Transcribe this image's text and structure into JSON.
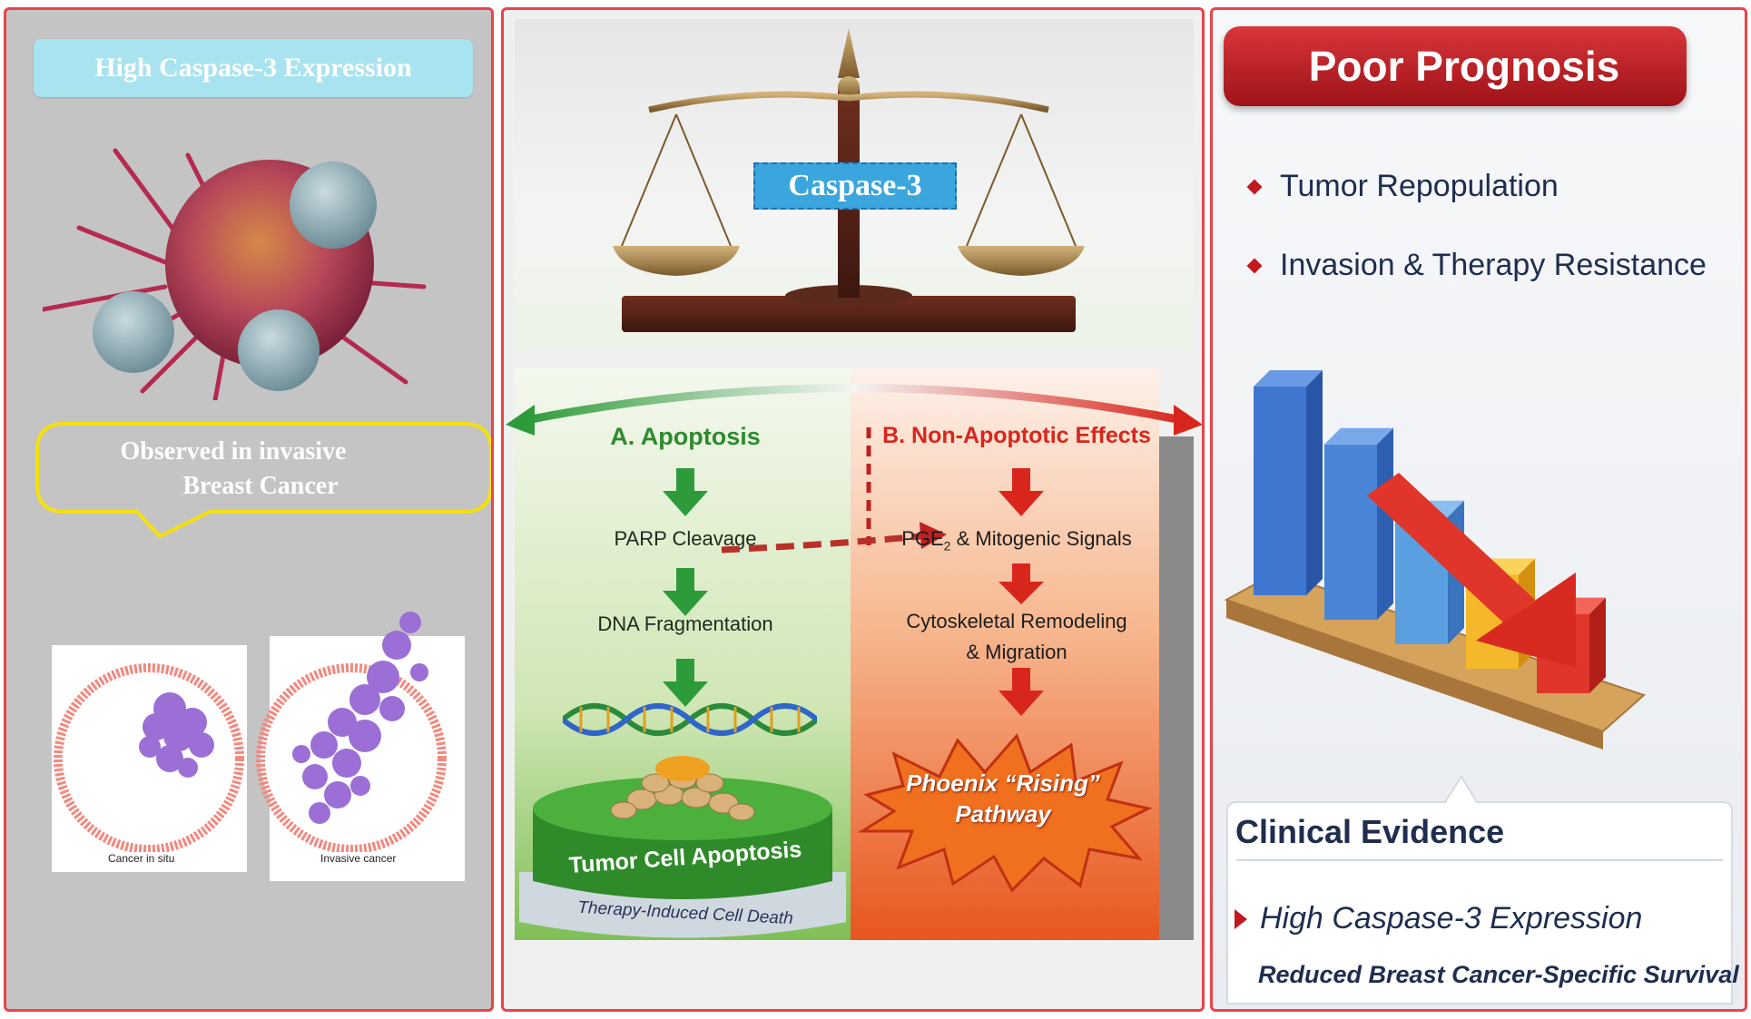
{
  "left": {
    "header": "High Caspase-3 Expression",
    "callout_line1": "Observed in invasive",
    "callout_line2": "Breast Cancer",
    "caption_insitu": "Cancer in situ",
    "caption_invasive": "Invasive cancer"
  },
  "middle": {
    "scale_label": "Caspase-3",
    "apoptosis": {
      "title": "A. Apoptosis",
      "step1": "PARP Cleavage",
      "step2": "DNA Fragmentation",
      "platform": "Tumor Cell Apoptosis",
      "base": "Therapy-Induced Cell Death"
    },
    "non_apoptotic": {
      "title": "B. Non-Apoptotic Effects",
      "step1_pre": "PGE",
      "step1_sub": "2",
      "step1_post": " & Mitogenic Signals",
      "step2_line1": "Cytoskeletal Remodeling",
      "step2_line2": "& Migration",
      "burst_line1": "Phoenix “Rising”",
      "burst_line2": "Pathway"
    }
  },
  "right": {
    "banner": "Poor Prognosis",
    "bullets": [
      "Tumor Repopulation",
      "Invasion & Therapy Resistance"
    ],
    "chart_bars": [
      1.0,
      0.84,
      0.61,
      0.45,
      0.38
    ],
    "clinical_title": "Clinical Evidence",
    "clinical_item": "High Caspase-3 Expression",
    "clinical_sub": "Reduced Breast Cancer-Specific Survival"
  },
  "colors": {
    "panel_border": "#e8444a",
    "header_fill": "#a9e3ef",
    "callout_border": "#f5e010",
    "apoptosis_green": "#2e8b2e",
    "non_apoptotic_red": "#d8261c",
    "banner_red": "#b3161c",
    "navy_text": "#1f2d4f"
  }
}
